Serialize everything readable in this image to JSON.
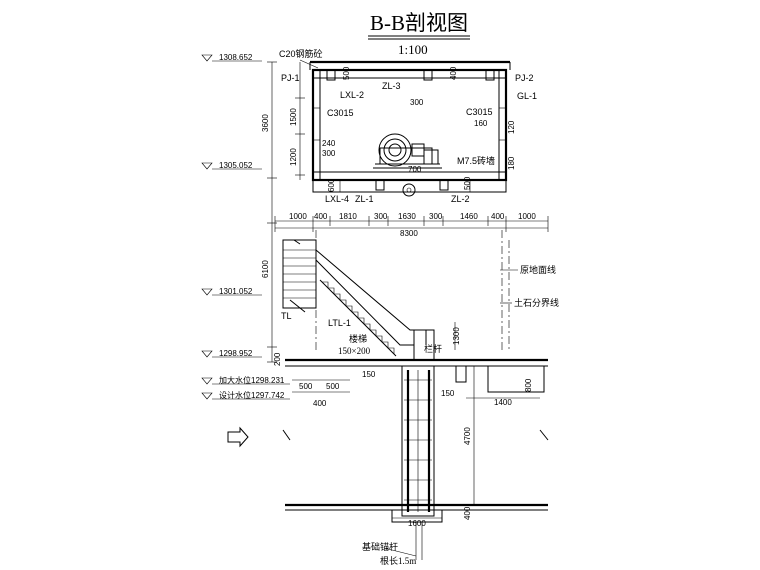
{
  "title": "B-B剖视图",
  "scale": "1:100",
  "elevations": [
    "1308.652",
    "1305.052",
    "1301.052",
    "1298.952",
    "加大水位1298.231",
    "设计水位1297.742"
  ],
  "labels": {
    "c20": "C20钢筋砼",
    "pj1": "PJ-1",
    "pj2": "PJ-2",
    "lxl2": "LXL-2",
    "zl3": "ZL-3",
    "gl1": "GL-1",
    "c3015_left": "C3015",
    "c3015_right": "C3015",
    "m75": "M7.5砖墙",
    "lxl4": "LXL-4",
    "zl1": "ZL-1",
    "zl2": "ZL-2",
    "yuandi": "原地面线",
    "tushi": "土石分界线",
    "tl": "TL",
    "ltl1": "LTL-1",
    "stair": "楼梯",
    "stair_size": "150×200",
    "rail": "栏杆",
    "anchor": "基础锚杆",
    "anchor_len": "根长1.5m"
  },
  "dims": {
    "d3600": "3600",
    "d1500": "1500",
    "d1200": "1200",
    "d500a": "500",
    "d400a": "400",
    "d300a": "300",
    "d240": "240",
    "d300b": "300",
    "d160": "160",
    "d120": "120",
    "d180": "180",
    "d700": "700",
    "d600": "600",
    "d500b": "500",
    "row1": [
      "1000",
      "400",
      "1810",
      "300",
      "1630",
      "300",
      "1460",
      "400",
      "1000"
    ],
    "d8300": "8300",
    "d6100": "6100",
    "d1300": "1300",
    "d200": "200",
    "d150a": "150",
    "d150b": "150",
    "d800": "800",
    "d1400": "1400",
    "d500c": "500",
    "d500d": "500",
    "d400b": "400",
    "d4700": "4700",
    "d400c": "400",
    "d1600": "1600"
  }
}
